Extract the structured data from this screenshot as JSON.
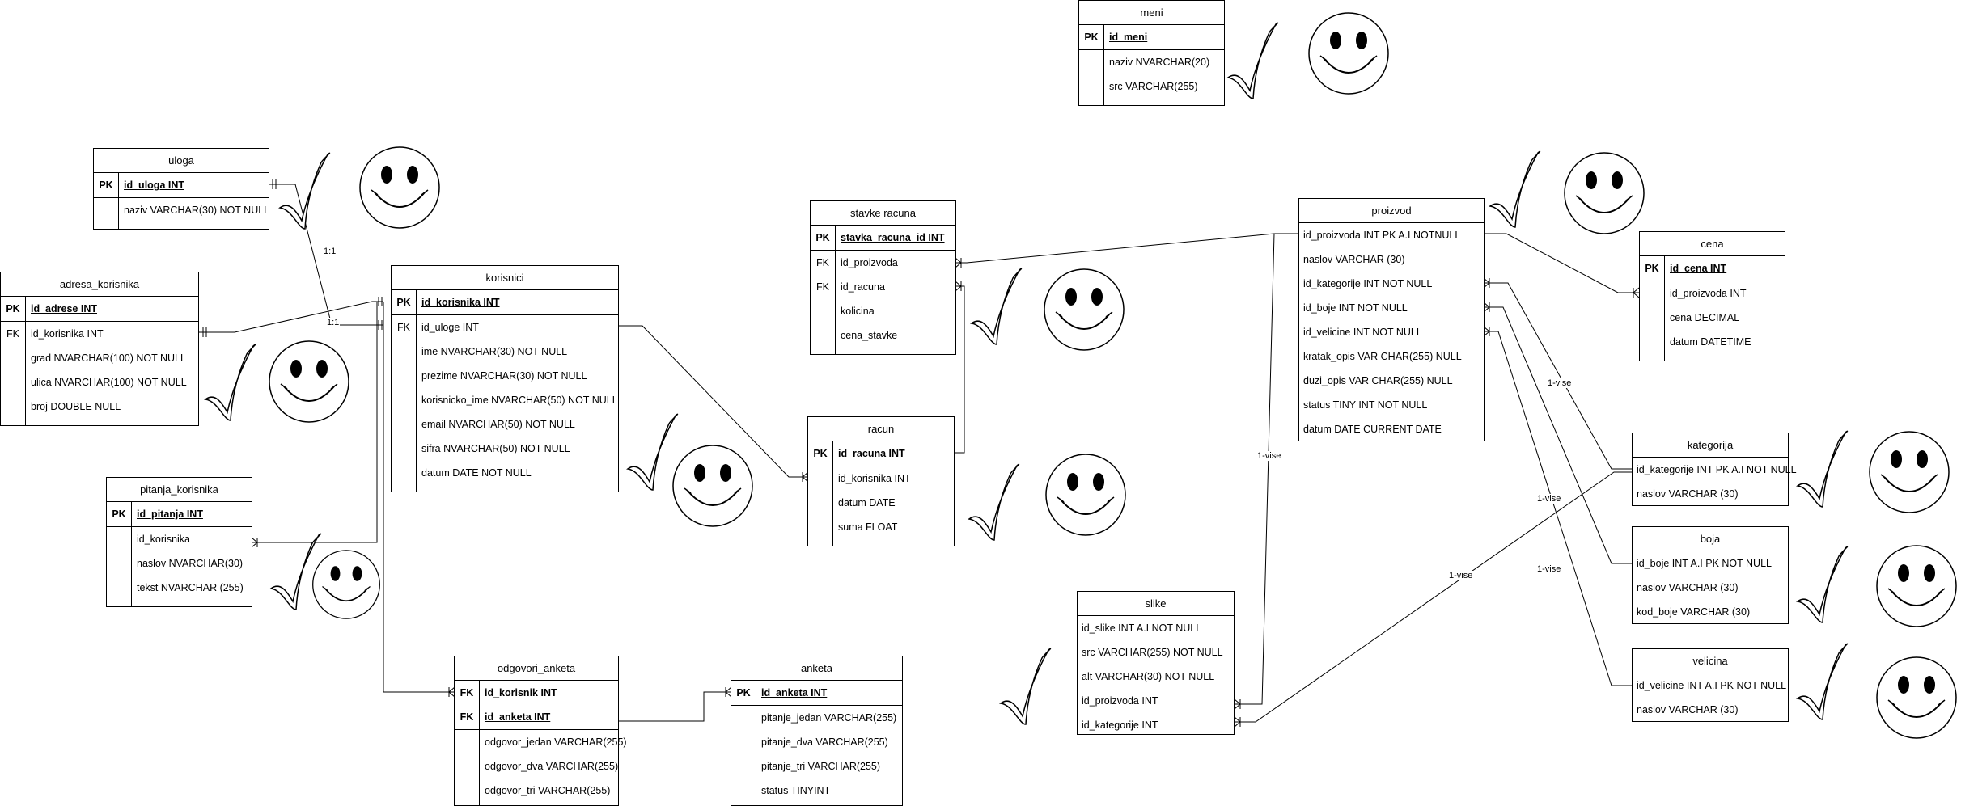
{
  "tables": {
    "meni": {
      "title": "meni",
      "rows": [
        {
          "key": "PK",
          "field": "id_meni"
        },
        {
          "key": "",
          "field": "naziv NVARCHAR(20)"
        },
        {
          "key": "",
          "field": "src VARCHAR(255)"
        }
      ]
    },
    "uloga": {
      "title": "uloga",
      "rows": [
        {
          "key": "PK",
          "field": "id_uloga INT"
        },
        {
          "key": "",
          "field": "naziv VARCHAR(30) NOT NULL"
        }
      ]
    },
    "adresa": {
      "title": "adresa_korisnika",
      "rows": [
        {
          "key": "PK",
          "field": "id_adrese INT"
        },
        {
          "key": "FK",
          "field": "id_korisnika INT"
        },
        {
          "key": "",
          "field": "grad NVARCHAR(100) NOT NULL"
        },
        {
          "key": "",
          "field": "ulica NVARCHAR(100) NOT NULL"
        },
        {
          "key": "",
          "field": "broj DOUBLE NULL"
        }
      ]
    },
    "korisnici": {
      "title": "korisnici",
      "rows": [
        {
          "key": "PK",
          "field": "id_korisnika INT"
        },
        {
          "key": "FK",
          "field": "id_uloge INT"
        },
        {
          "key": "",
          "field": "ime NVARCHAR(30) NOT NULL"
        },
        {
          "key": "",
          "field": "prezime NVARCHAR(30) NOT NULL"
        },
        {
          "key": "",
          "field": "korisnicko_ime NVARCHAR(50) NOT NULL"
        },
        {
          "key": "",
          "field": "email NVARCHAR(50) NOT NULL"
        },
        {
          "key": "",
          "field": "sifra NVARCHAR(50) NOT NULL"
        },
        {
          "key": "",
          "field": "datum DATE NOT NULL"
        }
      ]
    },
    "pitanja": {
      "title": "pitanja_korisnika",
      "rows": [
        {
          "key": "PK",
          "field": "id_pitanja INT"
        },
        {
          "key": "",
          "field": "id_korisnika"
        },
        {
          "key": "",
          "field": "naslov NVARCHAR(30)"
        },
        {
          "key": "",
          "field": "tekst NVARCHAR (255)"
        }
      ]
    },
    "stavke": {
      "title": "stavke racuna",
      "rows": [
        {
          "key": "PK",
          "field": "stavka_racuna_id INT"
        },
        {
          "key": "FK",
          "field": "id_proizvoda"
        },
        {
          "key": "FK",
          "field": "id_racuna"
        },
        {
          "key": "",
          "field": "kolicina"
        },
        {
          "key": "",
          "field": "cena_stavke"
        }
      ]
    },
    "racun": {
      "title": "racun",
      "rows": [
        {
          "key": "PK",
          "field": "id_racuna INT"
        },
        {
          "key": "",
          "field": "id_korisnika INT"
        },
        {
          "key": "",
          "field": "datum DATE"
        },
        {
          "key": "",
          "field": "suma FLOAT"
        }
      ]
    },
    "odgovori": {
      "title": "odgovori_anketa",
      "rows": [
        {
          "key": "FK",
          "field": "id_korisnik INT"
        },
        {
          "key": "FK",
          "field": "id_anketa INT"
        },
        {
          "key": "",
          "field": "odgovor_jedan VARCHAR(255)"
        },
        {
          "key": "",
          "field": "odgovor_dva VARCHAR(255)"
        },
        {
          "key": "",
          "field": "odgovor_tri VARCHAR(255)"
        }
      ]
    },
    "anketa": {
      "title": "anketa",
      "rows": [
        {
          "key": "PK",
          "field": "id_anketa INT"
        },
        {
          "key": "",
          "field": "pitanje_jedan VARCHAR(255)"
        },
        {
          "key": "",
          "field": "pitanje_dva VARCHAR(255)"
        },
        {
          "key": "",
          "field": "pitanje_tri VARCHAR(255)"
        },
        {
          "key": "",
          "field": "status TINYINT"
        }
      ]
    },
    "proizvod": {
      "title": "proizvod",
      "rows": [
        {
          "key": "",
          "field": "id_proizvoda INT PK  A.I NOTNULL"
        },
        {
          "key": "",
          "field": "naslov VARCHAR (30)"
        },
        {
          "key": "",
          "field": "id_kategorije INT NOT NULL"
        },
        {
          "key": "",
          "field": "id_boje INT NOT NULL"
        },
        {
          "key": "",
          "field": "id_velicine INT NOT NULL"
        },
        {
          "key": "",
          "field": "kratak_opis VAR CHAR(255) NULL"
        },
        {
          "key": "",
          "field": "duzi_opis VAR CHAR(255) NULL"
        },
        {
          "key": "",
          "field": "status TINY INT NOT NULL"
        },
        {
          "key": "",
          "field": "datum DATE CURRENT DATE"
        }
      ]
    },
    "cena": {
      "title": "cena",
      "rows": [
        {
          "key": "PK",
          "field": "id_cena INT"
        },
        {
          "key": "",
          "field": "id_proizvoda INT"
        },
        {
          "key": "",
          "field": "cena DECIMAL"
        },
        {
          "key": "",
          "field": "datum DATETIME"
        }
      ]
    },
    "kategorija": {
      "title": "kategorija",
      "rows": [
        {
          "key": "",
          "field": "id_kategorije INT PK A.I NOT NULL"
        },
        {
          "key": "",
          "field": "naslov VARCHAR (30)"
        }
      ]
    },
    "boja": {
      "title": "boja",
      "rows": [
        {
          "key": "",
          "field": "id_boje INT A.I PK NOT NULL"
        },
        {
          "key": "",
          "field": "naslov VARCHAR (30)"
        },
        {
          "key": "",
          "field": "kod_boje VARCHAR (30)"
        }
      ]
    },
    "velicina": {
      "title": "velicina",
      "rows": [
        {
          "key": "",
          "field": "id_velicine INT A.I PK NOT NULL"
        },
        {
          "key": "",
          "field": "naslov VARCHAR (30)"
        }
      ]
    },
    "slike": {
      "title": "slike",
      "rows": [
        {
          "key": "",
          "field": "id_slike INT A.I NOT NULL"
        },
        {
          "key": "",
          "field": "src VARCHAR(255) NOT NULL"
        },
        {
          "key": "",
          "field": "alt VARCHAR(30) NOT NULL"
        },
        {
          "key": "",
          "field": "id_proizvoda INT"
        },
        {
          "key": "",
          "field": "id_kategorije INT"
        }
      ]
    }
  },
  "relation_labels": {
    "uloga_korisnici": "1:1",
    "adresa_korisnici": "1:1",
    "slike_proizvod": "1-vise",
    "kategorija_proizvod": "1-vise",
    "slike_kategorija": "1-vise",
    "boja_proizvod": "1-vise",
    "velicina_proizvod": "1-vise"
  },
  "decorations": {
    "checkmark_icon": "checkmark-icon",
    "smiley_icon": "smiley-face-icon"
  }
}
